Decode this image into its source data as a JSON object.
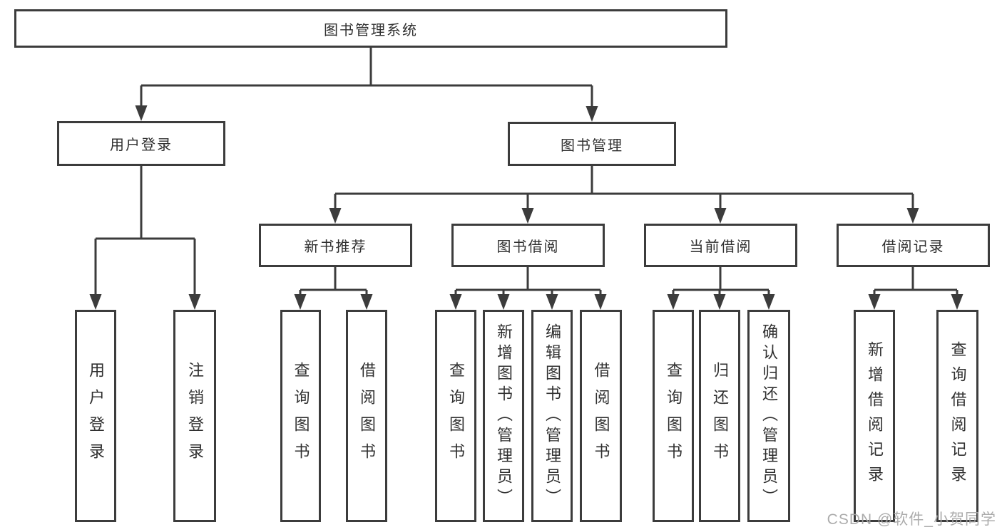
{
  "tree": {
    "root": "图书管理系统",
    "children": [
      {
        "label": "用户登录",
        "children": [
          {
            "label": "用户登录"
          },
          {
            "label": "注销登录"
          }
        ]
      },
      {
        "label": "图书管理",
        "children": [
          {
            "label": "新书推荐",
            "children": [
              {
                "label": "查询图书"
              },
              {
                "label": "借阅图书"
              }
            ]
          },
          {
            "label": "图书借阅",
            "children": [
              {
                "label": "查询图书"
              },
              {
                "label": "新增图书（管理员）"
              },
              {
                "label": "编辑图书（管理员）"
              },
              {
                "label": "借阅图书"
              }
            ]
          },
          {
            "label": "当前借阅",
            "children": [
              {
                "label": "查询图书"
              },
              {
                "label": "归还图书"
              },
              {
                "label": "确认归还（管理员）"
              }
            ]
          },
          {
            "label": "借阅记录",
            "children": [
              {
                "label": "新增借阅记录"
              },
              {
                "label": "查询借阅记录"
              }
            ]
          }
        ]
      }
    ]
  },
  "watermark": {
    "text": "CSDN @软件_小贺同学"
  },
  "colors": {
    "line": "#3c3c3c",
    "text": "#303030",
    "background": "#ffffff",
    "watermark": "#a5a5a5"
  }
}
